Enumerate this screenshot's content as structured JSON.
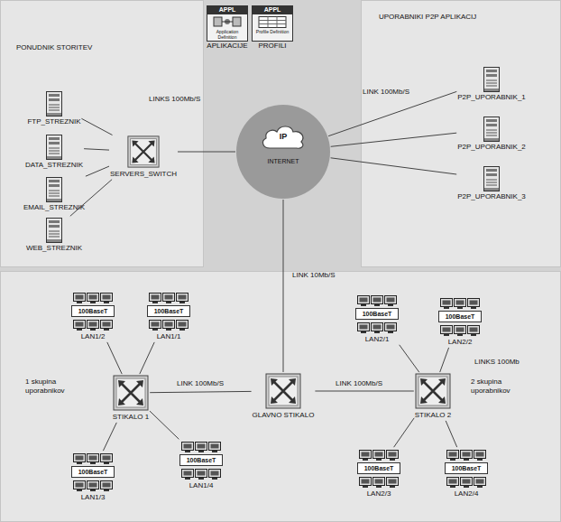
{
  "diagram": {
    "nodes": [
      {
        "text": [
          "PONUDNIK STORITEV"
        ]
      },
      {
        "text": [
          "FTP_STREZNIK"
        ],
        "in": 0
      },
      {
        "text": [
          "DATA_STREZNIK"
        ],
        "in": 0
      },
      {
        "text": [
          "EMAIL_STREZNIK"
        ],
        "in": 0
      },
      {
        "text": [
          "WEB_STREZNIK"
        ],
        "in": 0
      },
      {
        "text": [
          "SERVERS_SWITCH"
        ],
        "in": 0
      },
      {
        "text": [
          "APPL",
          "Application Definition",
          "APLIKACIJE"
        ]
      },
      {
        "text": [
          "APPL",
          "Profile Definition",
          "PROFILI"
        ]
      },
      {
        "text": [
          "UPORABNIKI P2P APLIKACIJ"
        ]
      },
      {
        "text": [
          "P2P_UPORABNIK_1"
        ],
        "in": 8
      },
      {
        "text": [
          "P2P_UPORABNIK_2"
        ],
        "in": 8
      },
      {
        "text": [
          "P2P_UPORABNIK_3"
        ],
        "in": 8
      },
      {
        "text": [
          "IP",
          "INTERNET"
        ]
      },
      {
        "text": [
          "100BaseT",
          "LAN1/2"
        ]
      },
      {
        "text": [
          "100BaseT",
          "LAN1/1"
        ]
      },
      {
        "text": [
          "100BaseT",
          "LAN2/1"
        ]
      },
      {
        "text": [
          "100BaseT",
          "LAN2/2"
        ]
      },
      {
        "text": [
          "STIKALO 1"
        ]
      },
      {
        "text": [
          "GLAVNO STIKALO"
        ]
      },
      {
        "text": [
          "STIKALO 2"
        ]
      },
      {
        "text": [
          "100BaseT",
          "LAN1/3"
        ]
      },
      {
        "text": [
          "100BaseT",
          "LAN1/4"
        ]
      },
      {
        "text": [
          "100BaseT",
          "LAN2/3"
        ]
      },
      {
        "text": [
          "100BaseT",
          "LAN2/4"
        ]
      }
    ],
    "edges": [
      {
        "from": 1,
        "to": 5,
        "arrow": "none"
      },
      {
        "from": 2,
        "to": 5,
        "arrow": "none"
      },
      {
        "from": 3,
        "to": 5,
        "arrow": "none"
      },
      {
        "from": 4,
        "to": 5,
        "arrow": "none"
      },
      {
        "from": 5,
        "to": 12,
        "arrow": "none"
      },
      {
        "from": 12,
        "to": 9,
        "arrow": "none"
      },
      {
        "from": 12,
        "to": 10,
        "arrow": "none"
      },
      {
        "from": 12,
        "to": 11,
        "arrow": "none"
      },
      {
        "from": 12,
        "to": 18,
        "label": "LINK 10Mb/S",
        "arrow": "none"
      },
      {
        "from": 17,
        "to": 18,
        "label": "LINK 100Mb/S",
        "arrow": "none"
      },
      {
        "from": 18,
        "to": 19,
        "label": "LINK 100Mb/S",
        "arrow": "none"
      },
      {
        "from": 13,
        "to": 17,
        "arrow": "none"
      },
      {
        "from": 14,
        "to": 17,
        "arrow": "none"
      },
      {
        "from": 20,
        "to": 17,
        "arrow": "none"
      },
      {
        "from": 21,
        "to": 17,
        "arrow": "none"
      },
      {
        "from": 15,
        "to": 19,
        "arrow": "none"
      },
      {
        "from": 16,
        "to": 19,
        "arrow": "none"
      },
      {
        "from": 22,
        "to": 19,
        "arrow": "none"
      },
      {
        "from": 23,
        "to": 19,
        "arrow": "none"
      }
    ],
    "labels": [
      "LINKS 100Mb/S",
      "LINK 100Mb/S",
      "LINKS 100Mb",
      "1 skupina uporabnikov",
      "2 skupina uporabnikov"
    ]
  }
}
